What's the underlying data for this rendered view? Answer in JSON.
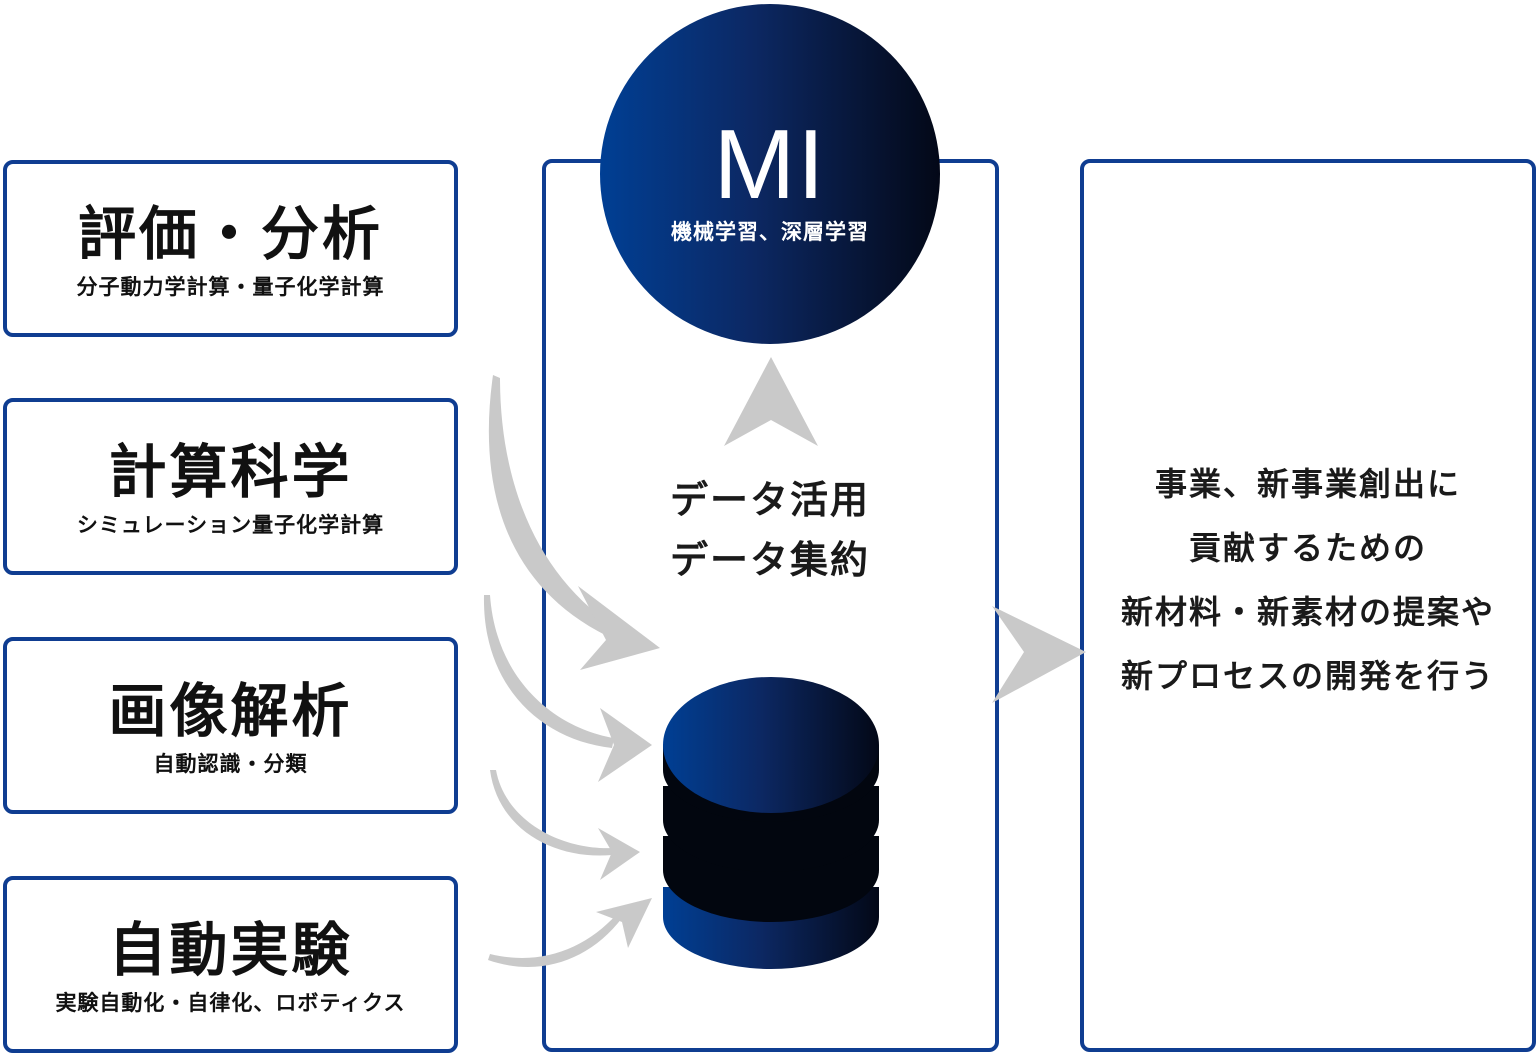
{
  "left_boxes": [
    {
      "title": "評価・分析",
      "subtitle": "分子動力学計算・量子化学計算"
    },
    {
      "title": "計算科学",
      "subtitle": "シミュレーション量子化学計算"
    },
    {
      "title": "画像解析",
      "subtitle": "自動認識・分類"
    },
    {
      "title": "自動実験",
      "subtitle": "実験自動化・自律化、ロボティクス"
    }
  ],
  "mi": {
    "title": "MI",
    "subtitle": "機械学習、深層学習"
  },
  "center": {
    "line1": "データ活用",
    "line2": "データ集約"
  },
  "right": {
    "lines": [
      "事業、新事業創出に",
      "貢献するための",
      "新材料・新素材の提案や",
      "新プロセスの開発を行う"
    ]
  },
  "colors": {
    "border": "#0f3d91",
    "arrow": "#c9c9c9",
    "db_dark": "#030817",
    "db_blue": "#003f94"
  }
}
